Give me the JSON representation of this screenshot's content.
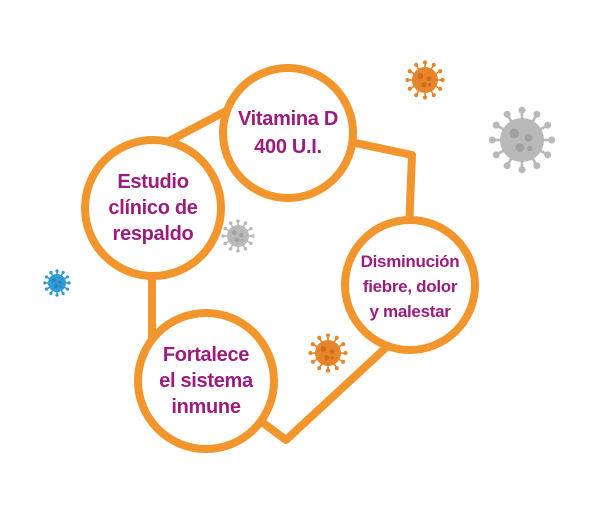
{
  "colors": {
    "accent_orange": "#f2952c",
    "text_purple": "#9b1c7f",
    "virus_orange": "#e8842a",
    "virus_grey": "#b9b9b9",
    "virus_blue": "#2f9ad6"
  },
  "nodes": [
    {
      "id": "vitamina-d",
      "lines": [
        "Vitamina D",
        "400 U.I."
      ]
    },
    {
      "id": "estudio",
      "lines": [
        "Estudio",
        "clínico de",
        "respaldo"
      ]
    },
    {
      "id": "disminucion",
      "lines": [
        "Disminución",
        "fiebre, dolor",
        "y malestar"
      ]
    },
    {
      "id": "fortalece",
      "lines": [
        "Fortalece",
        "el sistema",
        "inmune"
      ]
    }
  ],
  "decorations": [
    {
      "name": "virus-orange-icon"
    },
    {
      "name": "virus-grey-icon"
    },
    {
      "name": "virus-blue-icon"
    }
  ]
}
